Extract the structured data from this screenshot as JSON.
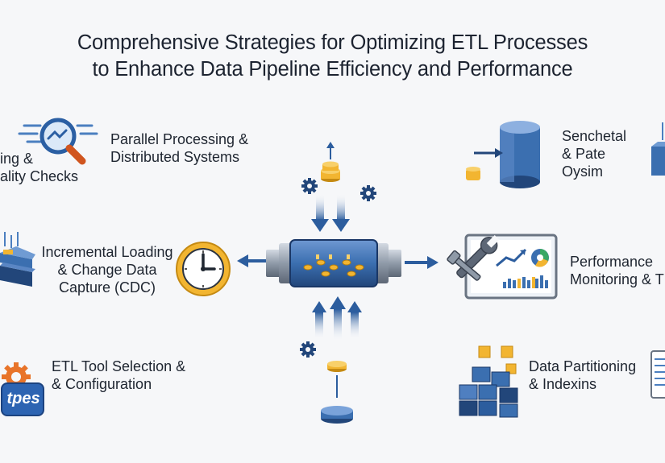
{
  "title": {
    "line1": "Comprehensive Strategies for Optimizing ETL Processes",
    "line2": "to Enhance Data Pipeline Efficiency and Performance"
  },
  "labels": {
    "quality": [
      "ing &",
      "ality Checks"
    ],
    "parallel": [
      "Parallel Processing &",
      "Distributed Systems"
    ],
    "incremental": [
      "Incremental Loading",
      "& Change Data",
      "Capture (CDC)"
    ],
    "tool": [
      "ETL Tool Selection &",
      "& Configuration"
    ],
    "senchetal": [
      "Senchetal",
      "& Pate",
      "Oysim"
    ],
    "performance": [
      "Performance",
      "Monitoring & T"
    ],
    "partitioning": [
      "Data Partitioning",
      "& Indexins"
    ]
  },
  "badge_text": "tpes",
  "colors": {
    "blue": "#3b6fb0",
    "dark_blue": "#22467a",
    "gold": "#f2b531",
    "pipe_gray": "#8f9aa8",
    "orange": "#e8742a"
  }
}
